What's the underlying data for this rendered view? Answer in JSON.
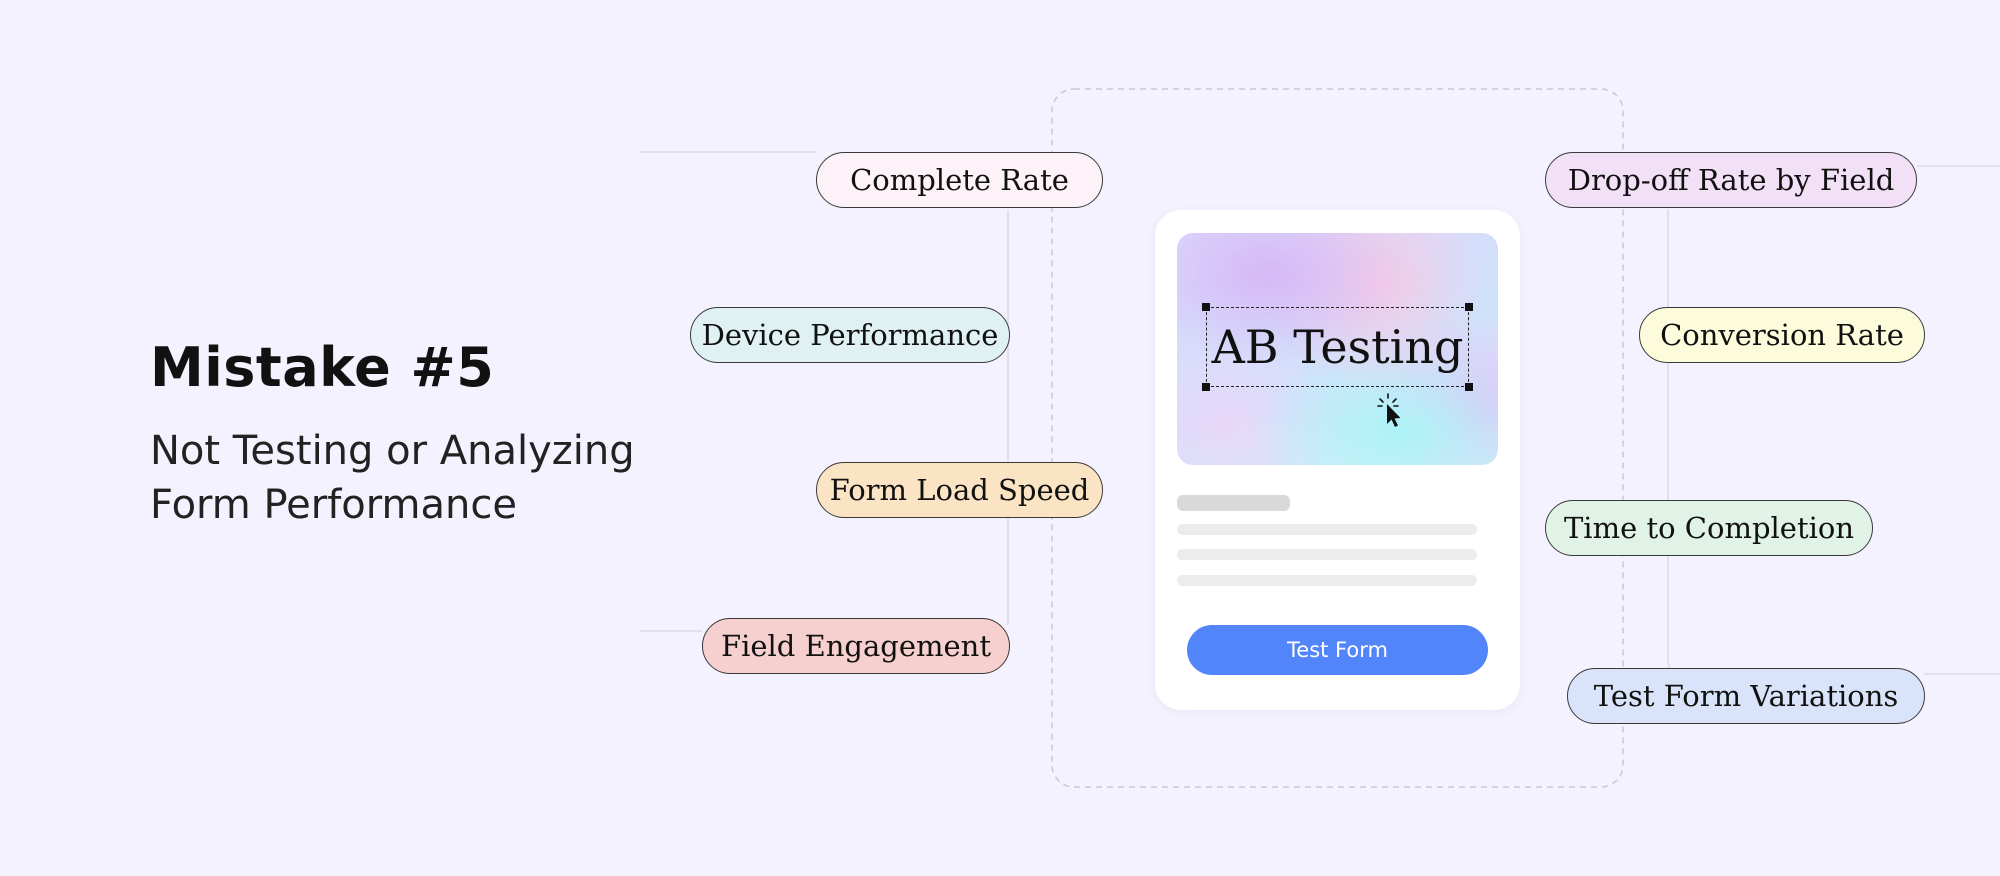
{
  "heading": {
    "title": "Mistake #5",
    "subtitle": "Not Testing or Analyzing Form Performance"
  },
  "left_metrics": [
    {
      "label": "Complete Rate",
      "color": "#fdf2f8"
    },
    {
      "label": "Device Performance",
      "color": "#dff1f3"
    },
    {
      "label": "Form Load Speed",
      "color": "#fbe4c4"
    },
    {
      "label": "Field Engagement",
      "color": "#f6cfcf"
    }
  ],
  "right_metrics": [
    {
      "label": "Drop-off Rate by Field",
      "color": "#f2e1f6"
    },
    {
      "label": "Conversion Rate",
      "color": "#fcfbdb"
    },
    {
      "label": "Time to Completion",
      "color": "#e1f3e6"
    },
    {
      "label": "Test Form Variations",
      "color": "#d9e4fb"
    }
  ],
  "card": {
    "hero_text": "AB Testing",
    "button_label": "Test Form",
    "button_color": "#5284fa"
  },
  "colors": {
    "background": "#f4f2fe",
    "connector": "#d6d3e6",
    "dashed_frame": "#c9c6d6"
  }
}
